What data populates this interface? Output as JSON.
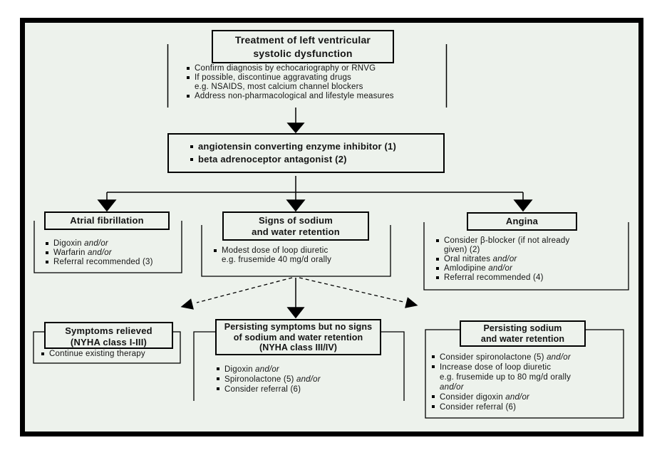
{
  "palette": {
    "canvas_bg": "#edf2ec",
    "frame_border": "#000000",
    "line_color": "#000000",
    "text_color": "#141414"
  },
  "top": {
    "title": [
      "Treatment of left ventricular",
      "systolic dysfunction"
    ],
    "bullets": [
      {
        "t": "Confirm diagnosis by echocariography or RNVG"
      },
      {
        "t": "If possible, discontinue aggravating drugs"
      },
      {
        "t": "e.g. NSAIDS, most calcium channel blockers"
      },
      {
        "t": "Address non-pharmacological and lifestyle measures"
      }
    ]
  },
  "therapy_box": {
    "bullets": [
      {
        "t": "angiotensin converting enzyme inhibitor (1)"
      },
      {
        "t": "beta adrenoceptor antagonist (2)"
      }
    ]
  },
  "atrial": {
    "title": "Atrial fibrillation",
    "bullets": [
      {
        "t": "Digoxin ",
        "i": "and/or"
      },
      {
        "t": "Warfarin ",
        "i": "and/or"
      },
      {
        "t": "Referral recommended (3)"
      }
    ]
  },
  "sodium": {
    "title": [
      "Signs of sodium",
      "and water retention"
    ],
    "bullets": [
      {
        "t": "Modest dose of loop diuretic"
      },
      {
        "t": "e.g. frusemide 40 mg/d orally"
      }
    ]
  },
  "angina": {
    "title": "Angina",
    "bullets": [
      {
        "t": "Consider β-blocker (if not already"
      },
      {
        "t": "given) (2)"
      },
      {
        "t": "Oral nitrates ",
        "i": "and/or"
      },
      {
        "t": "Amlodipine ",
        "i": "and/or"
      },
      {
        "t": "Referral recommended (4)"
      }
    ]
  },
  "relieved": {
    "title": [
      "Symptoms relieved",
      "(NYHA class I-III)"
    ],
    "bullets": [
      {
        "t": "Continue existing therapy"
      }
    ]
  },
  "persisting_symptoms": {
    "title": [
      "Persisting symptoms but no signs",
      "of sodium and water retention",
      "(NYHA class III/IV)"
    ],
    "bullets": [
      {
        "t": "Digoxin ",
        "i": "and/or"
      },
      {
        "t": "Spironolactone (5) ",
        "i": "and/or"
      },
      {
        "t": "Consider referral (6)"
      }
    ]
  },
  "persisting_sodium": {
    "title": [
      "Persisting sodium",
      "and water retention"
    ],
    "bullets": [
      {
        "t": "Consider spironolactone (5) ",
        "i": "and/or"
      },
      {
        "t": "Increase dose of loop diuretic"
      },
      {
        "t": "e.g. frusemide up to 80 mg/d orally"
      },
      {
        "i": "and/or"
      },
      {
        "t": "Consider digoxin ",
        "i": "and/or"
      },
      {
        "t": "Consider referral (6)"
      }
    ]
  }
}
